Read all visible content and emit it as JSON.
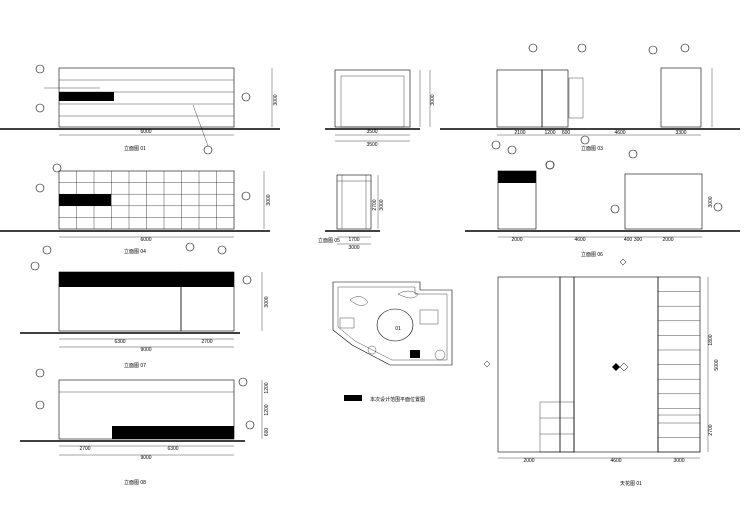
{
  "drawing": {
    "elevations": [
      {
        "id": "A",
        "dims": [
          "6000",
          "3000"
        ],
        "caption": "立面图 01"
      },
      {
        "id": "B",
        "dims": [
          "3500",
          "3000",
          "3500"
        ],
        "caption": ""
      },
      {
        "id": "C",
        "dims": [
          "2100",
          "1200",
          "600",
          "4600",
          "3300"
        ],
        "caption": "立面图 03"
      },
      {
        "id": "D",
        "dims": [
          "6000",
          "3000"
        ],
        "caption": "立面图 04"
      },
      {
        "id": "E",
        "dims": [
          "1700",
          "2700",
          "3000",
          "3000"
        ],
        "caption": "立面图 05"
      },
      {
        "id": "F",
        "dims": [
          "2000",
          "4600",
          "400",
          "300",
          "2000",
          "3000"
        ],
        "caption": "立面图 06"
      },
      {
        "id": "G",
        "dims": [
          "6300",
          "2700",
          "9000",
          "3000"
        ],
        "caption": "立面图 07"
      },
      {
        "id": "H",
        "dims": [
          "2700",
          "6300",
          "9000",
          "1200",
          "1200",
          "600"
        ],
        "caption": "立面图 08"
      },
      {
        "id": "Plan",
        "dims": [
          "2000",
          "4600",
          "3000",
          "1800",
          "5000",
          "2700"
        ],
        "caption": "天花图 01"
      }
    ],
    "key_plan": {
      "room_tag": "01",
      "legend": "本次设计范围平面位置图"
    }
  },
  "colors": {
    "line": "#000000",
    "paper": "#ffffff"
  }
}
